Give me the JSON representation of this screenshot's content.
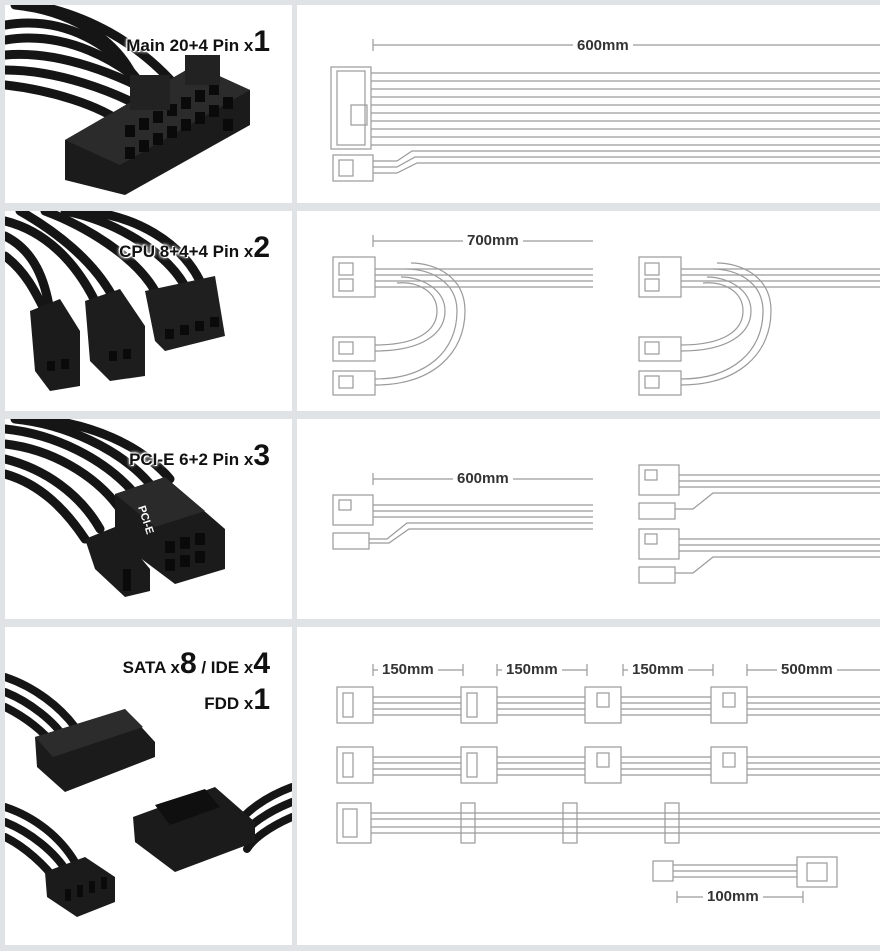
{
  "rows": [
    {
      "name": "Main 20+4 Pin",
      "prefix": "Main 20+4 Pin x",
      "count": "1",
      "lengths": [
        "600mm"
      ]
    },
    {
      "name": "CPU 8+4+4 Pin",
      "prefix": "CPU 8+4+4 Pin x",
      "count": "2",
      "lengths": [
        "700mm"
      ]
    },
    {
      "name": "PCI-E 6+2 Pin",
      "prefix": "PCI-E 6+2 Pin x",
      "count": "3",
      "lengths": [
        "600mm"
      ],
      "connector_print": "PCI-E"
    },
    {
      "line1": {
        "sata_prefix": "SATA x",
        "sata_count": "8",
        "ide_prefix": " / IDE x",
        "ide_count": "4"
      },
      "line2": {
        "prefix": "FDD x",
        "count": "1"
      },
      "lengths": [
        "150mm",
        "150mm",
        "150mm",
        "500mm",
        "100mm"
      ]
    }
  ],
  "colors": {
    "background": "#dfe3e6",
    "panel": "#ffffff",
    "line": "#9a9a9a",
    "cable": "#151515"
  }
}
